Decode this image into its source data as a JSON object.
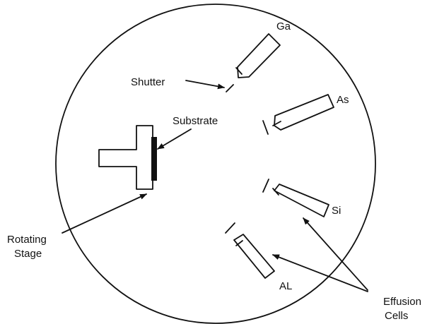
{
  "labels": {
    "ga": "Ga",
    "as": "As",
    "si": "Si",
    "al": "AL",
    "shutter": "Shutter",
    "substrate": "Substrate",
    "rotating_stage_line1": "Rotating",
    "rotating_stage_line2": "Stage",
    "effusion_cells_line1": "Effusion",
    "effusion_cells_line2": "Cells"
  }
}
